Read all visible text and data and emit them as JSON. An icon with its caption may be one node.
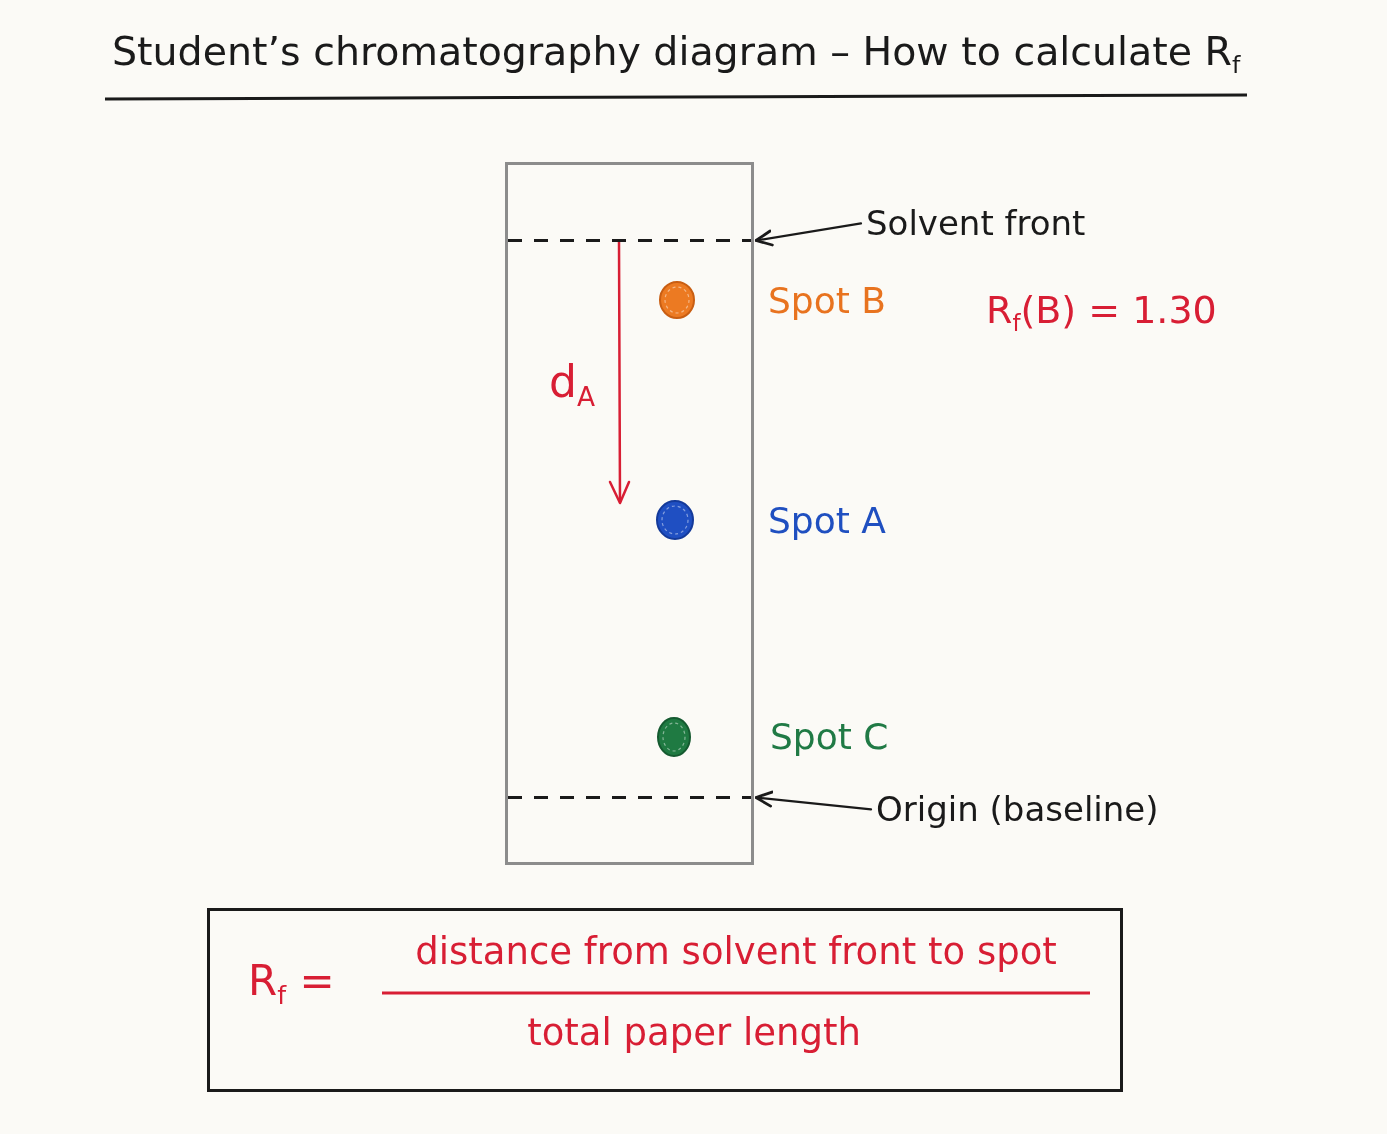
{
  "diagram": {
    "title": "Student’s chromatography diagram – How to calculate R$_{f}$",
    "nodes": [
      {
        "text": [],
        "shape": "box"
      },
      {
        "text": [],
        "shape": "line",
        "in": 0
      },
      {
        "text": [
          "Solvent front"
        ]
      },
      {
        "text": [],
        "shape": "line",
        "in": 0
      },
      {
        "text": [
          "Origin (baseline)"
        ]
      },
      {
        "text": [
          "R$_{f}$ =",
          "distance from solvent front to spot",
          "total paper length"
        ]
      }
    ],
    "edges": [
      {
        "from": 2,
        "to": 1,
        "arrow": "to"
      },
      {
        "from": 4,
        "to": 3,
        "arrow": "to"
      }
    ],
    "labels": [
      "Spot B",
      "R$_{f}$(B) = 1.30",
      "d$_{A}$",
      "Spot A",
      "Spot C"
    ]
  }
}
